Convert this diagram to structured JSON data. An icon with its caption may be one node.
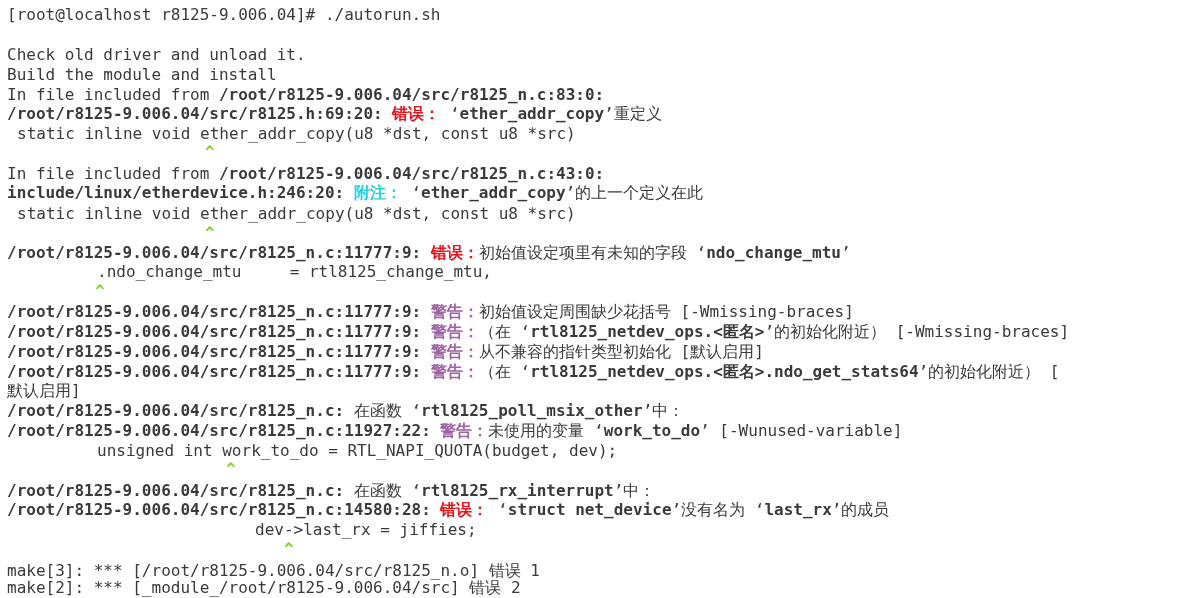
{
  "diagram": {
    "labels": [
      "[root@localhost r8125-9.006.04]# ./autorun.sh",
      "Check old driver and unload it.",
      "Build the module and install",
      "In file included from **/root/r8125-9.006.04/src/r8125_n.c:83:0:**",
      "**/root/r8125-9.006.04/src/r8125.h:69:20:** **错误：** ‘**ether_addr_copy**’重定义",
      "static inline void ether_addr_copy(u8 *dst, const u8 *src)",
      "^",
      "In file included from **/root/r8125-9.006.04/src/r8125_n.c:43:0:**",
      "**include/linux/etherdevice.h:246:20:** **附注：** ‘**ether_addr_copy**’的上一个定义在此",
      "static inline void ether_addr_copy(u8 *dst, const u8 *src)",
      "^",
      "**/root/r8125-9.006.04/src/r8125_n.c:11777:9:** **错误：**初始值设定项里有未知的字段 ‘**ndo_change_mtu**’",
      ".ndo_change_mtu     = rtl8125_change_mtu,",
      "^",
      "**/root/r8125-9.006.04/src/r8125_n.c:11777:9:** **警告：**初始值设定周围缺少花括号 [-Wmissing-braces]",
      "**/root/r8125-9.006.04/src/r8125_n.c:11777:9:** **警告：**（在 ‘**rtl8125_netdev_ops.<匿名>**’的初始化附近） [-Wmissing-braces]",
      "**/root/r8125-9.006.04/src/r8125_n.c:11777:9:** **警告：**从不兼容的指针类型初始化 [默认启用]",
      "**/root/r8125-9.006.04/src/r8125_n.c:11777:9:** **警告：**（在 ‘**rtl8125_netdev_ops.<匿名>.ndo_get_stats64**’的初始化附近） [",
      "默认启用]",
      "**/root/r8125-9.006.04/src/r8125_n.c:** 在函数 ‘**rtl8125_poll_msix_other**’中：",
      "**/root/r8125-9.006.04/src/r8125_n.c:11927:22:** **警告：**未使用的变量 ‘**work_to_do**’ [-Wunused-variable]",
      "unsigned int work_to_do = RTL_NAPI_QUOTA(budget, dev);",
      "^",
      "**/root/r8125-9.006.04/src/r8125_n.c:** 在函数 ‘**rtl8125_rx_interrupt**’中：",
      "**/root/r8125-9.006.04/src/r8125_n.c:14580:28:** **错误：** ‘**struct net_device**’没有名为 ‘**last_rx**’的成员",
      "dev->last_rx = jiffies;",
      "^",
      "make[3]: *** [/root/r8125-9.006.04/src/r8125_n.o] 错误 1",
      "make[2]: *** [_module_/root/r8125-9.006.04/src] 错误 2"
    ]
  }
}
